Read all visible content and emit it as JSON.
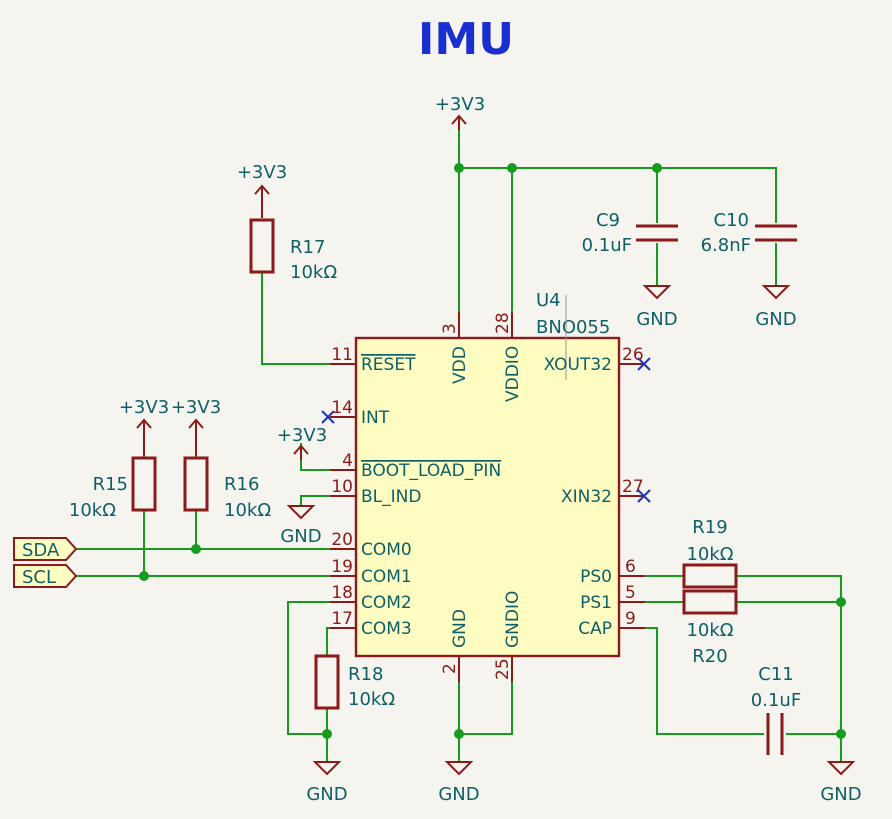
{
  "title": "IMU",
  "ic": {
    "ref": "U4",
    "value": "BNO055",
    "pins": {
      "reset": {
        "num": "11",
        "name": "RESET"
      },
      "int": {
        "num": "14",
        "name": "INT"
      },
      "boot": {
        "num": "4",
        "name": "BOOT_LOAD_PIN"
      },
      "blind": {
        "num": "10",
        "name": "BL_IND"
      },
      "com0": {
        "num": "20",
        "name": "COM0"
      },
      "com1": {
        "num": "19",
        "name": "COM1"
      },
      "com2": {
        "num": "18",
        "name": "COM2"
      },
      "com3": {
        "num": "17",
        "name": "COM3"
      },
      "vdd": {
        "num": "3",
        "name": "VDD"
      },
      "vddio": {
        "num": "28",
        "name": "VDDIO"
      },
      "gnd": {
        "num": "2",
        "name": "GND"
      },
      "gndio": {
        "num": "25",
        "name": "GNDIO"
      },
      "xout32": {
        "num": "26",
        "name": "XOUT32"
      },
      "xin32": {
        "num": "27",
        "name": "XIN32"
      },
      "ps0": {
        "num": "6",
        "name": "PS0"
      },
      "ps1": {
        "num": "5",
        "name": "PS1"
      },
      "cap": {
        "num": "9",
        "name": "CAP"
      }
    }
  },
  "components": {
    "r15": {
      "ref": "R15",
      "value": "10kΩ"
    },
    "r16": {
      "ref": "R16",
      "value": "10kΩ"
    },
    "r17": {
      "ref": "R17",
      "value": "10kΩ"
    },
    "r18": {
      "ref": "R18",
      "value": "10kΩ"
    },
    "r19": {
      "ref": "R19",
      "value": "10kΩ"
    },
    "r20": {
      "ref": "R20",
      "value": "10kΩ"
    },
    "c9": {
      "ref": "C9",
      "value": "0.1uF"
    },
    "c10": {
      "ref": "C10",
      "value": "6.8nF"
    },
    "c11": {
      "ref": "C11",
      "value": "0.1uF"
    }
  },
  "power": {
    "v33": "+3V3",
    "gnd": "GND"
  },
  "labels": {
    "sda": "SDA",
    "scl": "SCL"
  }
}
